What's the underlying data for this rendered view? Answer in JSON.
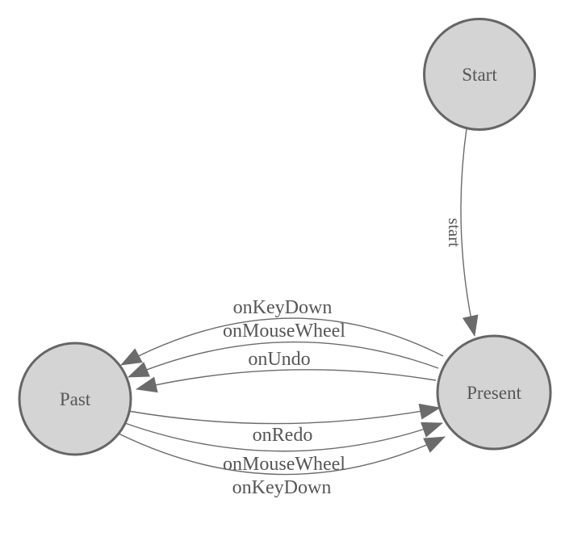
{
  "diagram": {
    "type": "state-machine-diagram",
    "nodes": [
      {
        "id": "start",
        "label": "Start"
      },
      {
        "id": "present",
        "label": "Present"
      },
      {
        "id": "past",
        "label": "Past"
      }
    ],
    "edges": [
      {
        "id": "start-to-present",
        "from": "Start",
        "to": "Present",
        "label": "start"
      },
      {
        "id": "present-to-past-keydown",
        "from": "Present",
        "to": "Past",
        "label": "onKeyDown"
      },
      {
        "id": "present-to-past-mousewheel",
        "from": "Present",
        "to": "Past",
        "label": "onMouseWheel"
      },
      {
        "id": "present-to-past-undo",
        "from": "Present",
        "to": "Past",
        "label": "onUndo"
      },
      {
        "id": "past-to-present-redo",
        "from": "Past",
        "to": "Present",
        "label": "onRedo"
      },
      {
        "id": "past-to-present-mousewheel",
        "from": "Past",
        "to": "Present",
        "label": "onMouseWheel"
      },
      {
        "id": "past-to-present-keydown",
        "from": "Past",
        "to": "Present",
        "label": "onKeyDown"
      }
    ],
    "colors": {
      "background": "#ffffff",
      "node_fill": "#d4d4d4",
      "node_stroke": "#666666",
      "edge_stroke": "#6b6b6b",
      "arrowhead_fill": "#6b6b6b",
      "label_text": "#565656"
    }
  }
}
